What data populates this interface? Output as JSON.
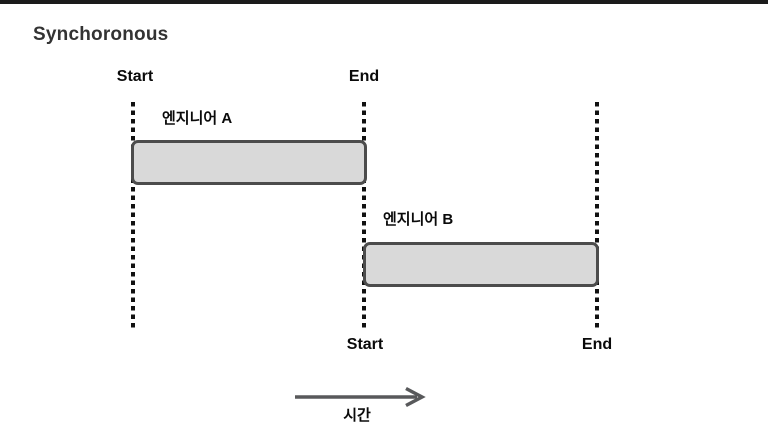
{
  "title": "Synchoronous",
  "timeline": {
    "markers": [
      {
        "top_label": "Start",
        "bottom_label": ""
      },
      {
        "top_label": "End",
        "bottom_label": "Start"
      },
      {
        "top_label": "",
        "bottom_label": "End"
      }
    ],
    "bars": [
      {
        "label": "엔지니어 A"
      },
      {
        "label": "엔지니어 B"
      }
    ],
    "colors": {
      "bar_fill": "#d9d9d9",
      "bar_border": "#4c4c4c",
      "dash_line": "#111111"
    }
  },
  "axis": {
    "label": "시간",
    "arrow_color": "#58595b"
  },
  "frame": {
    "top_border_color": "#1b1b1b",
    "background": "#ffffff"
  }
}
